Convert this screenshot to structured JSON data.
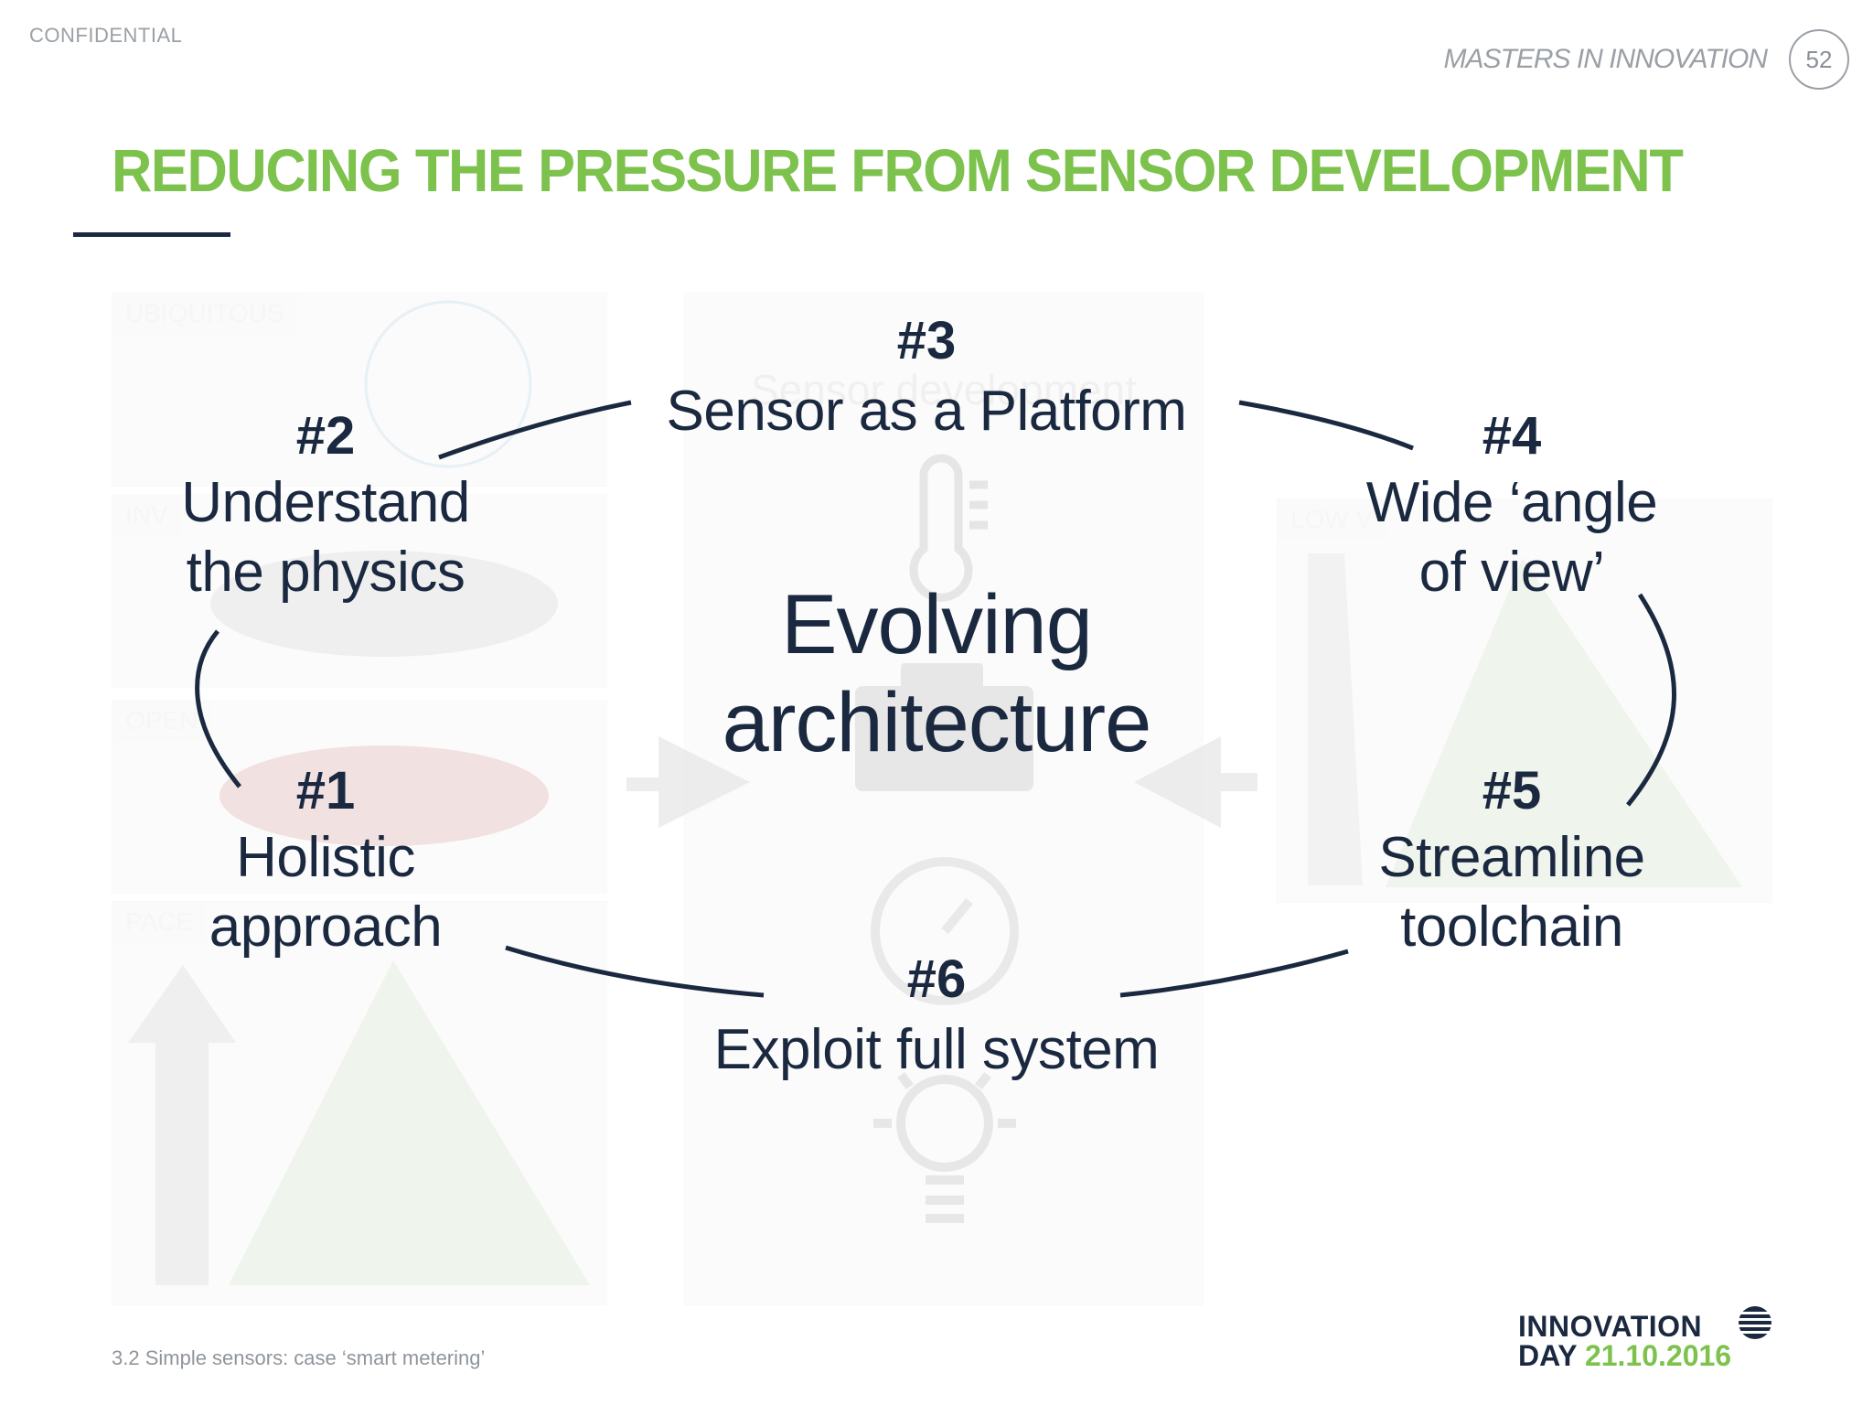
{
  "header": {
    "confidential": "CONFIDENTIAL",
    "masters": "MASTERS IN INNOVATION",
    "page_number": "52"
  },
  "slide": {
    "title": "REDUCING THE PRESSURE FROM SENSOR DEVELOPMENT",
    "center_line1": "Evolving",
    "center_line2": "architecture",
    "steps": [
      {
        "num": "#1",
        "line1": "Holistic",
        "line2": "approach"
      },
      {
        "num": "#2",
        "line1": "Understand",
        "line2": "the physics"
      },
      {
        "num": "#3",
        "line1": "Sensor as a Platform"
      },
      {
        "num": "#4",
        "line1": "Wide ‘angle",
        "line2": "of view’"
      },
      {
        "num": "#5",
        "line1": "Streamline",
        "line2": "toolchain"
      },
      {
        "num": "#6",
        "line1": "Exploit full system"
      }
    ]
  },
  "background": {
    "labels": [
      "UBIQUITOUS",
      "INV",
      "OPEN",
      "PACE",
      "LOW V",
      "Sensor development"
    ]
  },
  "footer": {
    "note": "3.2 Simple sensors: case ‘smart metering’",
    "logo_line1": "INNOVATION",
    "logo_day": "DAY",
    "logo_date": "21.10.2016"
  },
  "colors": {
    "accent_green": "#7cc24c",
    "navy": "#1b2940",
    "muted_gray": "#9aa0a6"
  }
}
